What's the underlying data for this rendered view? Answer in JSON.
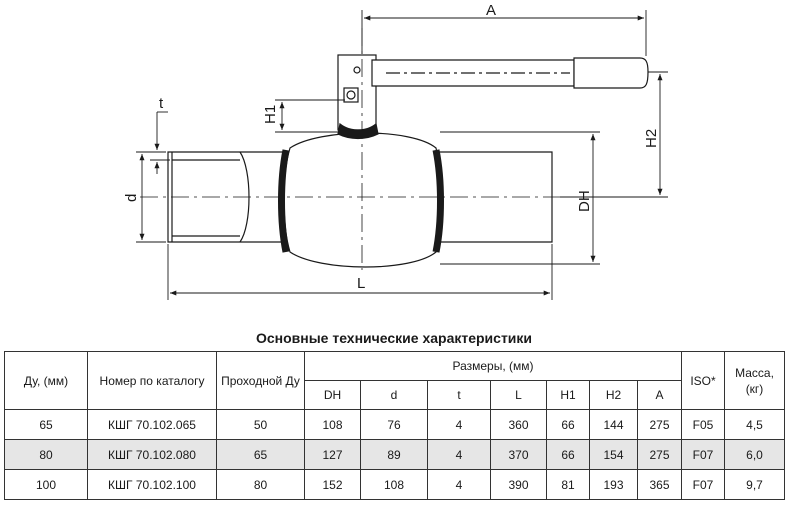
{
  "drawing": {
    "labels": {
      "a": "A",
      "h1": "H1",
      "h2": "H2",
      "t": "t",
      "d": "d",
      "dh": "DH",
      "l": "L"
    }
  },
  "table": {
    "title": "Основные технические характеристики",
    "headers": {
      "du": "Ду, (мм)",
      "catalog": "Номер по каталогу",
      "bore": "Проходной Ду",
      "dimensions": "Размеры, (мм)",
      "iso": "ISO*",
      "mass": "Масса, (кг)"
    },
    "dimension_columns": [
      "DH",
      "d",
      "t",
      "L",
      "H1",
      "H2",
      "A"
    ],
    "rows": [
      {
        "du": "65",
        "catalog": "КШГ 70.102.065",
        "bore": "50",
        "dims": [
          "108",
          "76",
          "4",
          "360",
          "66",
          "144",
          "275"
        ],
        "iso": "F05",
        "mass": "4,5"
      },
      {
        "du": "80",
        "catalog": "КШГ 70.102.080",
        "bore": "65",
        "dims": [
          "127",
          "89",
          "4",
          "370",
          "66",
          "154",
          "275"
        ],
        "iso": "F07",
        "mass": "6,0"
      },
      {
        "du": "100",
        "catalog": "КШГ 70.102.100",
        "bore": "80",
        "dims": [
          "152",
          "108",
          "4",
          "390",
          "81",
          "193",
          "365"
        ],
        "iso": "F07",
        "mass": "9,7"
      }
    ],
    "colors": {
      "shaded_row": "#e6e6e6",
      "border": "#333333"
    }
  }
}
